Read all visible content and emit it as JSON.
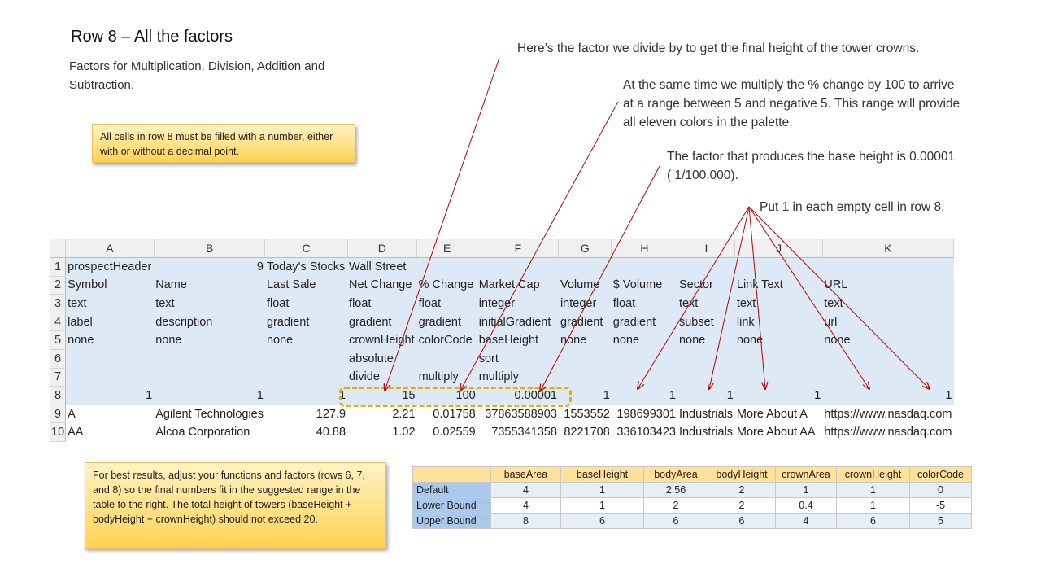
{
  "slide": {
    "title": "Row 8 – All the factors",
    "subtitle": "Factors for Multiplication, Division, Addition and Subtraction.",
    "callout_top": "All cells in row 8 must be filled with a number, either with or without a decimal point.",
    "callout_bottom": "For best results, adjust your functions and factors (rows 6, 7, and 8) so the final numbers fit in the suggested range in the table to the right. The total height of towers (baseHeight + bodyHeight + crownHeight) should not exceed 20.",
    "note_divide": "Here’s the factor we divide by to get the final height of the tower crowns.",
    "note_multiply": "At the same time we multiply the % change by 100 to arrive at a range between 5 and negative 5.  This range will provide all eleven colors in the palette.",
    "note_base": "The factor that produces the base height is 0.00001 ( 1/100,000).",
    "note_empty": "Put 1 in each empty cell in row 8.",
    "arrow_color": "#c00000",
    "highlight_color": "#f2a900"
  },
  "sheet": {
    "columns": [
      "A",
      "B",
      "C",
      "D",
      "E",
      "F",
      "G",
      "H",
      "I",
      "J",
      "K"
    ],
    "rows": [
      {
        "n": "1",
        "cells": [
          "prospectHeader",
          "9",
          "Today's Stocks",
          "Wall Street",
          "",
          "",
          "",
          "",
          "",
          "",
          ""
        ]
      },
      {
        "n": "2",
        "cells": [
          "Symbol",
          "Name",
          "Last Sale",
          "Net Change",
          "% Change",
          "Market Cap",
          "Volume",
          "$ Volume",
          "Sector",
          "Link Text",
          "URL"
        ]
      },
      {
        "n": "3",
        "cells": [
          "text",
          "text",
          "float",
          "float",
          "float",
          "integer",
          "integer",
          "float",
          "text",
          "text",
          "text"
        ]
      },
      {
        "n": "4",
        "cells": [
          "label",
          "description",
          "gradient",
          "gradient",
          "gradient",
          "initialGradient",
          "gradient",
          "gradient",
          "subset",
          "link",
          "url"
        ]
      },
      {
        "n": "5",
        "cells": [
          "none",
          "none",
          "none",
          "crownHeight",
          "colorCode",
          "baseHeight",
          "none",
          "none",
          "none",
          "none",
          "none"
        ]
      },
      {
        "n": "6",
        "cells": [
          "",
          "",
          "",
          "absolute",
          "",
          "sort",
          "",
          "",
          "",
          "",
          ""
        ]
      },
      {
        "n": "7",
        "cells": [
          "",
          "",
          "",
          "divide",
          "multiply",
          "multiply",
          "",
          "",
          "",
          "",
          ""
        ]
      },
      {
        "n": "8",
        "cells": [
          "1",
          "1",
          "1",
          "15",
          "100",
          "0.00001",
          "1",
          "1",
          "1",
          "1",
          "1"
        ]
      },
      {
        "n": "9",
        "cells": [
          "A",
          "Agilent Technologies",
          "127.9",
          "2.21",
          "0.01758",
          "37863588903",
          "1553552",
          "198699301",
          "Industrials",
          "More About A",
          "https://www.nasdaq.com"
        ]
      },
      {
        "n": "10",
        "cells": [
          "AA",
          "Alcoa Corporation",
          "40.88",
          "1.02",
          "0.02559",
          "7355341358",
          "8221708",
          "336103423",
          "Industrials",
          "More About AA",
          "https://www.nasdaq.com"
        ]
      }
    ]
  },
  "bounds": {
    "headers": [
      "",
      "baseArea",
      "baseHeight",
      "bodyArea",
      "bodyHeight",
      "crownArea",
      "crownHeight",
      "colorCode"
    ],
    "rows": [
      {
        "label": "Default",
        "values": [
          "4",
          "1",
          "2.56",
          "2",
          "1",
          "1",
          "0"
        ]
      },
      {
        "label": "Lower Bound",
        "values": [
          "4",
          "1",
          "2",
          "2",
          "0.4",
          "1",
          "-5"
        ]
      },
      {
        "label": "Upper Bound",
        "values": [
          "8",
          "6",
          "6",
          "6",
          "4",
          "6",
          "5"
        ]
      }
    ]
  }
}
